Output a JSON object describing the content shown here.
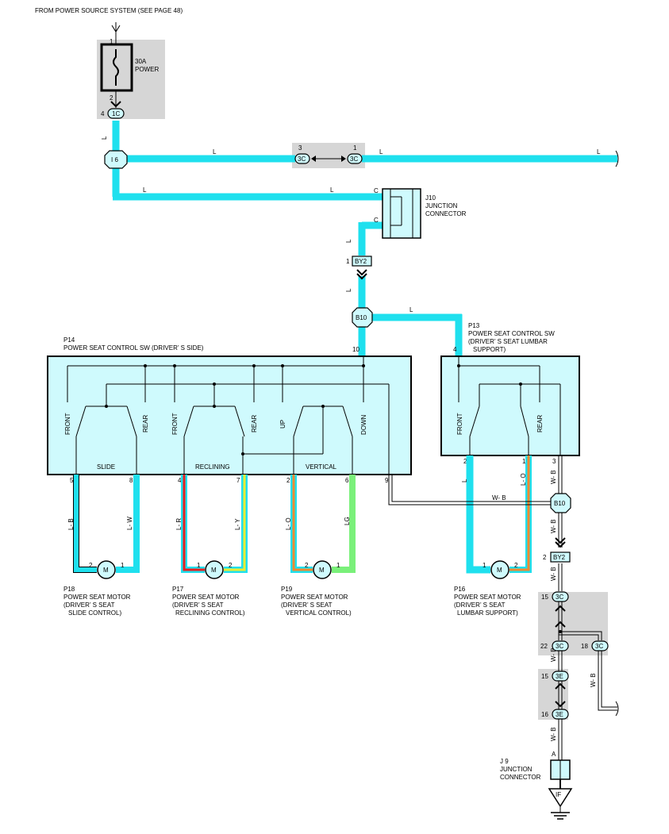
{
  "header": {
    "source_note": "FROM POWER SOURCE SYSTEM (SEE PAGE 48)"
  },
  "fuse": {
    "rating": "30A",
    "name": "POWER",
    "pin_in": "1",
    "pin_out": "2"
  },
  "connectors": {
    "c1c": "1C",
    "c1c_pin": "4",
    "i6": "I 6",
    "c3c_left": "3C",
    "c3c_left_pin": "3",
    "c3c_right": "3C",
    "c3c_right_pin": "1",
    "by2_top": "BY2",
    "by2_top_pin": "1",
    "b10_top": "B10",
    "b10_mid": "B10",
    "by2_low": "BY2",
    "by2_low_pin": "2",
    "c3c_15": "3C",
    "c3c_15_pin": "15",
    "c3c_22": "3C",
    "c3c_22_pin": "22",
    "c3c_18": "3C",
    "c3c_18_pin": "18",
    "c3e_15": "3E",
    "c3e_15_pin": "15",
    "c3e_16": "3E",
    "c3e_16_pin": "16",
    "if": "IF"
  },
  "wire_labels": {
    "l": "L",
    "lb": "L- B",
    "lw": "L- W",
    "lr": "L- R",
    "ly": "L- Y",
    "lo": "L- O",
    "lg": "LG",
    "wb": "W- B",
    "c": "C",
    "a": "A"
  },
  "j10": {
    "id": "J10",
    "line1": "JUNCTION",
    "line2": "CONNECTOR"
  },
  "j9": {
    "id": "J 9",
    "line1": "JUNCTION",
    "line2": "CONNECTOR"
  },
  "p14": {
    "id": "P14",
    "name": "POWER SEAT CONTROL SW (DRIVER’ S SIDE)",
    "pin_top": "10",
    "sections": {
      "slide": "SLIDE",
      "reclining": "RECLINING",
      "vertical": "VERTICAL"
    },
    "switch_labels": [
      "FRONT",
      "REAR",
      "FRONT",
      "REAR",
      "UP",
      "DOWN"
    ],
    "pins": [
      "5",
      "8",
      "4",
      "7",
      "2",
      "6",
      "9"
    ]
  },
  "p13": {
    "id": "P13",
    "name": "POWER SEAT CONTROL SW",
    "line2": "(DRIVER’ S SEAT LUMBAR",
    "line3": "SUPPORT)",
    "pin_top": "4",
    "switch_labels": [
      "FRONT",
      "REAR"
    ],
    "pins": [
      "2",
      "1",
      "3"
    ]
  },
  "motors": [
    {
      "id": "P18",
      "name": "POWER SEAT MOTOR",
      "line2": "(DRIVER’ S SEAT",
      "line3": "SLIDE CONTROL)",
      "symbol": "M",
      "pin_a": "2",
      "pin_b": "1"
    },
    {
      "id": "P17",
      "name": "POWER SEAT MOTOR",
      "line2": "(DRIVER’ S SEAT",
      "line3": "RECLINING CONTROL)",
      "symbol": "M",
      "pin_a": "1",
      "pin_b": "2"
    },
    {
      "id": "P19",
      "name": "POWER SEAT MOTOR",
      "line2": "(DRIVER’ S SEAT",
      "line3": "VERTICAL CONTROL)",
      "symbol": "M",
      "pin_a": "2",
      "pin_b": "1"
    },
    {
      "id": "P16",
      "name": "POWER SEAT MOTOR",
      "line2": "(DRIVER’ S SEAT",
      "line3": "LUMBAR SUPPORT)",
      "symbol": "M",
      "pin_a": "1",
      "pin_b": "2"
    }
  ],
  "colors": {
    "wire_blue": "#1fe0ee",
    "wire_red": "#e82020",
    "wire_yellow": "#ecec30",
    "wire_orange": "#f08a30",
    "wire_green": "#7af07a",
    "box_fill": "#cffafd",
    "shade": "#d6d6d6"
  }
}
